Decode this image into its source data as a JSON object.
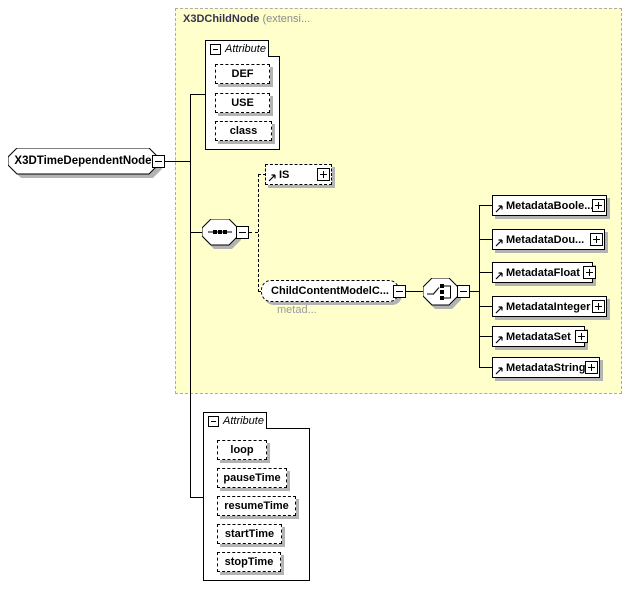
{
  "diagram": {
    "root_node": {
      "label": "X3DTimeDependentNode"
    },
    "container": {
      "title": "X3DChildNode",
      "title_suffix": "(extensi..."
    },
    "attribute_group_top": {
      "header": "Attribute",
      "items": [
        {
          "label": "DEF"
        },
        {
          "label": "USE"
        },
        {
          "label": "class"
        }
      ]
    },
    "is_element": {
      "label": "IS"
    },
    "child_content_model": {
      "label": "ChildContentModelC...",
      "caption": "metad..."
    },
    "metadata_elements": [
      {
        "label": "MetadataBoole..."
      },
      {
        "label": "MetadataDou..."
      },
      {
        "label": "MetadataFloat"
      },
      {
        "label": "MetadataInteger"
      },
      {
        "label": "MetadataSet"
      },
      {
        "label": "MetadataString"
      }
    ],
    "attribute_group_bottom": {
      "header": "Attribute",
      "items": [
        {
          "label": "loop"
        },
        {
          "label": "pauseTime"
        },
        {
          "label": "resumeTime"
        },
        {
          "label": "startTime"
        },
        {
          "label": "stopTime"
        }
      ]
    },
    "colors": {
      "container_bg": "#FFFFCC",
      "container_border": "#ABABAB",
      "shadow": "#B3B3B3",
      "muted_text": "#8C8C8C",
      "line": "#000000"
    }
  }
}
